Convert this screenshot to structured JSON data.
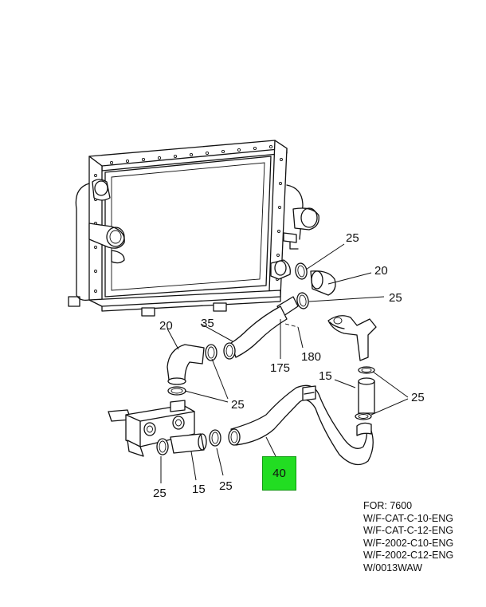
{
  "callouts": {
    "c25_top_right": "25",
    "c20_right": "20",
    "c25_right": "25",
    "c35": "35",
    "c20_left": "20",
    "c175": "175",
    "c180": "180",
    "c15_right": "15",
    "c25_far_right": "25",
    "c25_mid": "25",
    "c25_bottom_left": "25",
    "c15_bottom": "15",
    "c25_bottom": "25"
  },
  "highlight": {
    "label": "40",
    "color": "#22dd22"
  },
  "notes": [
    "FOR: 7600",
    "W/F-CAT-C-10-ENG",
    "W/F-CAT-C-12-ENG",
    "W/F-2002-C10-ENG",
    "W/F-2002-C12-ENG",
    "W/0013WAW"
  ]
}
